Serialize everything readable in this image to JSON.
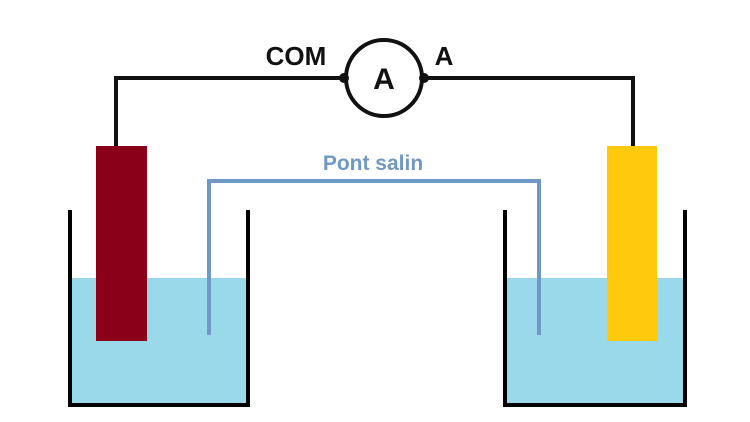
{
  "ammeter": {
    "symbol": "A",
    "terminal_com": "COM",
    "terminal_a": "A"
  },
  "salt_bridge": {
    "label": "Pont salin",
    "color": "#7098c4"
  },
  "colors": {
    "wire": "#111111",
    "left_electrode": "#8b0018",
    "right_electrode": "#ffc90e",
    "solution": "#99d9ea",
    "beaker": "#000000"
  }
}
